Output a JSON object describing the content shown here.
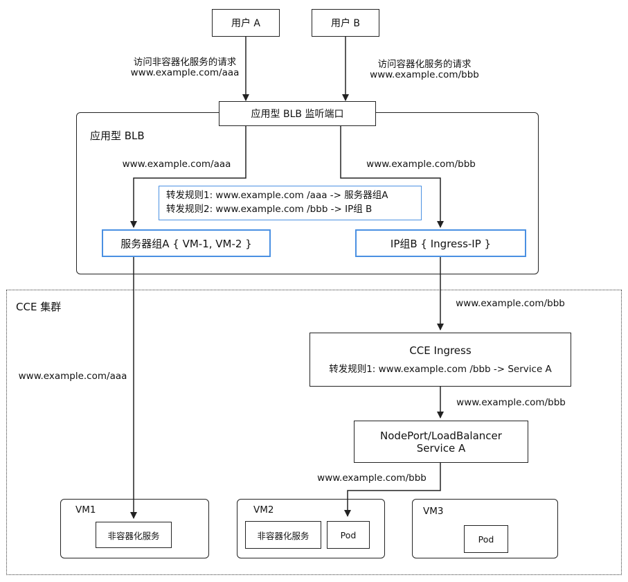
{
  "users": {
    "a": "用户  A",
    "b": "用户  B"
  },
  "requests": {
    "a_line1": "访问非容器化服务的请求",
    "a_line2": "www.example.com/aaa",
    "b_line1": "访问容器化服务的请求",
    "b_line2": "www.example.com/bbb"
  },
  "blb": {
    "listener": "应用型 BLB 监听端口",
    "title": "应用型  BLB",
    "path_aaa": "www.example.com/aaa",
    "path_bbb": "www.example.com/bbb",
    "rule1": "转发规则1: www.example.com   /aaa  -> 服务器组A",
    "rule2": "转发规则2: www.example.com   /bbb -> IP组 B",
    "server_group": "服务器组A { VM-1, VM-2 }",
    "ip_group": "IP组B { Ingress-IP }"
  },
  "cce": {
    "title": "CCE 集群",
    "path_to_ingress": "www.example.com/bbb",
    "path_aaa_down": "www.example.com/aaa",
    "ingress_title": "CCE Ingress",
    "ingress_rule": "转发规则1: www.example.com   /bbb -> Service A",
    "path_to_service": "www.example.com/bbb",
    "service_line1": "NodePort/LoadBalancer",
    "service_line2": "Service A",
    "path_to_pod": "www.example.com/bbb"
  },
  "vms": {
    "vm1": "VM1",
    "vm1_service": "非容器化服务",
    "vm2": "VM2",
    "vm2_service": "非容器化服务",
    "vm2_pod": "Pod",
    "vm3": "VM3",
    "vm3_pod": "Pod"
  }
}
